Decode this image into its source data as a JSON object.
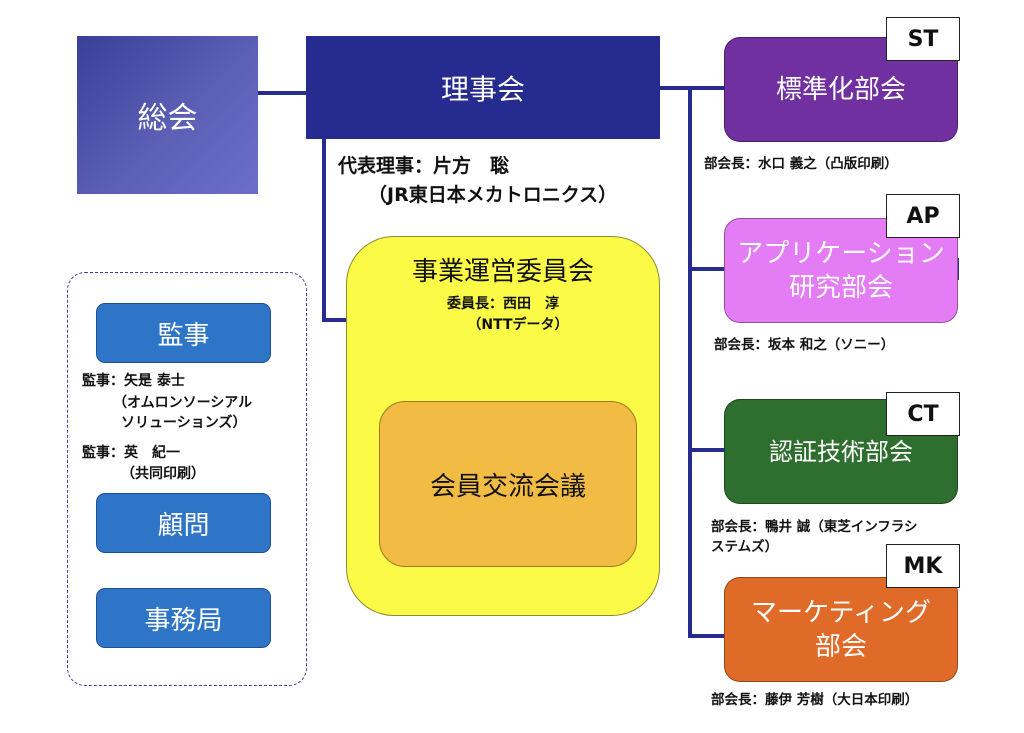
{
  "general_assembly": {
    "label": "総会"
  },
  "board": {
    "label": "理事会",
    "representative_line": "代表理事：片方　聡",
    "representative_org": "（JR東日本メカトロニクス）"
  },
  "business_committee": {
    "title": "事業運営委員会",
    "chair_line": "委員長：西田　淳",
    "chair_org": "（NTTデータ）",
    "members_meeting": "会員交流会議"
  },
  "left_panel": {
    "auditor_button": "監事",
    "auditor1_line": "監事：矢是 泰士",
    "auditor1_org_line1": "（オムロンソーシアル",
    "auditor1_org_line2": "ソリューションズ）",
    "auditor2_line": "監事：英　紀一",
    "auditor2_org": "（共同印刷）",
    "advisor_button": "顧問",
    "secretariat_button": "事務局"
  },
  "subcommittees": [
    {
      "tag": "ST",
      "label_line1": "標準化部会",
      "label_line2": "",
      "chair_line1": "部会長：水口 義之（凸版印刷）",
      "chair_line2": "",
      "color": "#7030a0"
    },
    {
      "tag": "AP",
      "label_line1": "アプリケーション",
      "label_line2": "研究部会",
      "chair_line1": "部会長：坂本 和之（ソニー）",
      "chair_line2": "",
      "color": "#e37cf5"
    },
    {
      "tag": "CT",
      "label_line1": "認証技術部会",
      "label_line2": "",
      "chair_line1": "部会長：鴨井 誠（東芝インフラシ",
      "chair_line2": "ステムズ）",
      "color": "#2e6e2e"
    },
    {
      "tag": "MK",
      "label_line1": "マーケティング",
      "label_line2": "部会",
      "chair_line1": "部会長：藤伊 芳樹（大日本印刷）",
      "chair_line2": "",
      "color": "#e06a28"
    }
  ]
}
